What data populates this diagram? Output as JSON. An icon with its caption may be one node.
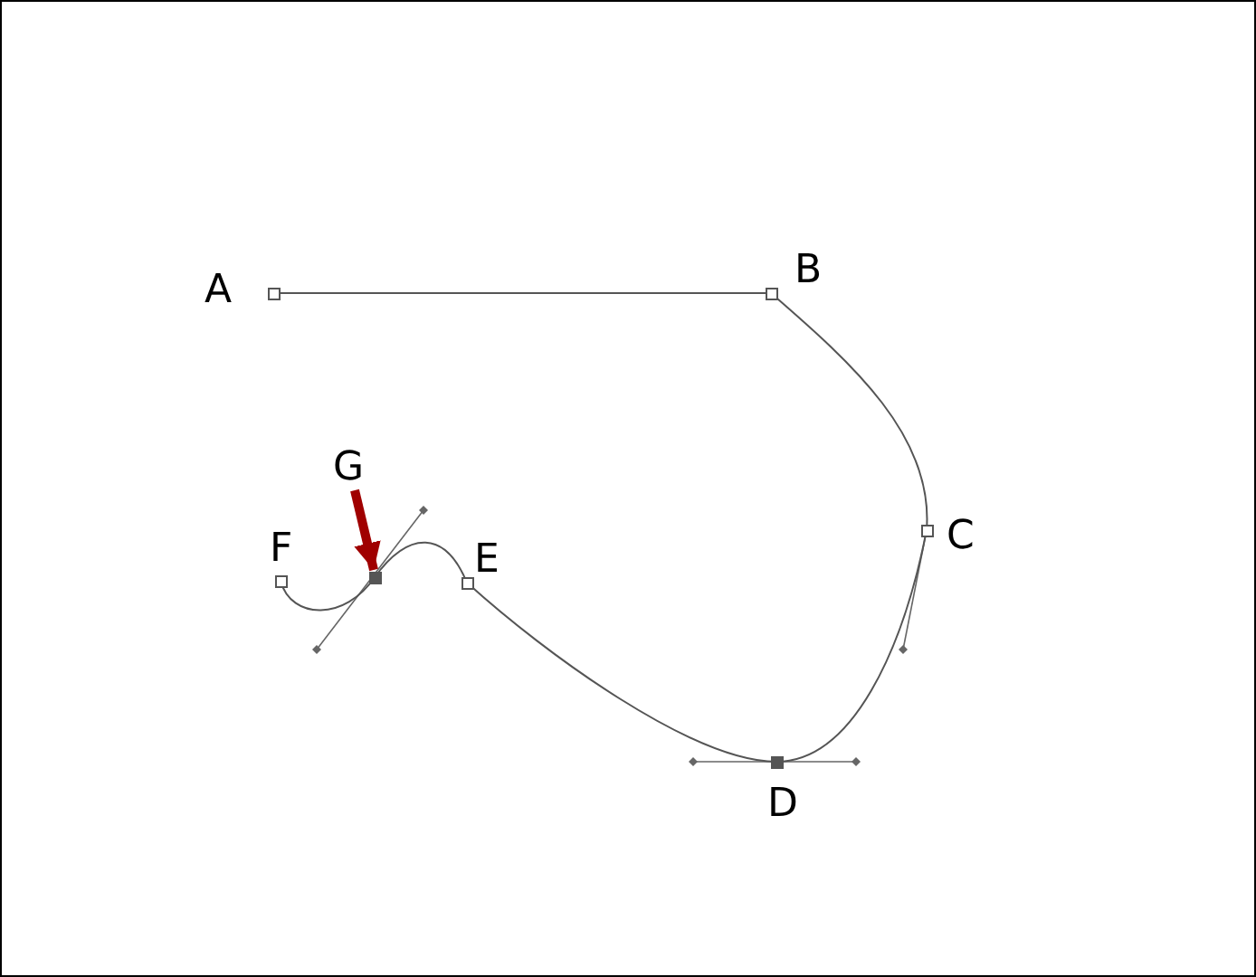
{
  "diagram": {
    "nodes": [
      {
        "text": [
          "A"
        ]
      },
      {
        "text": [
          "B"
        ]
      },
      {
        "text": [
          "C"
        ]
      },
      {
        "text": [
          "D"
        ]
      },
      {
        "text": [
          "E"
        ]
      },
      {
        "text": [
          "F"
        ]
      },
      {
        "text": [
          "G"
        ]
      }
    ],
    "edges": [
      {
        "from": 0,
        "to": 1,
        "arrow": "none"
      },
      {
        "from": 1,
        "to": 2,
        "arrow": "none"
      },
      {
        "from": 2,
        "to": 3,
        "arrow": "none"
      },
      {
        "from": 3,
        "to": 4,
        "arrow": "none"
      },
      {
        "from": 4,
        "to": 6,
        "arrow": "none"
      },
      {
        "from": 6,
        "to": 5,
        "arrow": "none"
      },
      {
        "from": null,
        "to": 6,
        "arrow": "to",
        "style": "thick",
        "color": "#a00000"
      }
    ]
  }
}
